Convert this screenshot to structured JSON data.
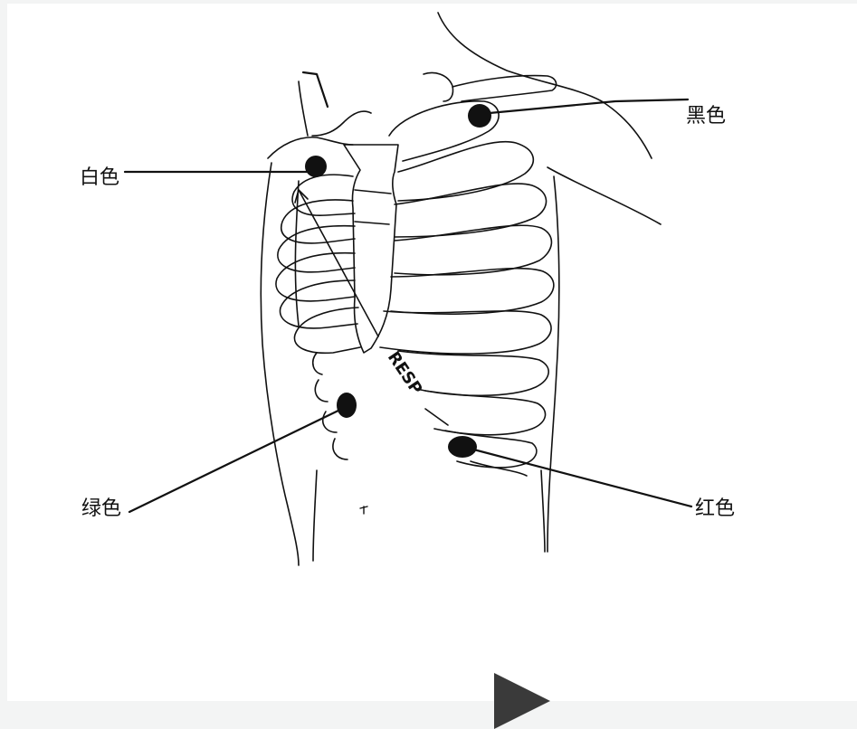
{
  "labels": {
    "black": "黑色",
    "white": "白色",
    "green": "绿色",
    "red": "红色",
    "resp": "RESP"
  },
  "colors": {
    "line": "#111111",
    "electrode": "#111111",
    "background": "#ffffff",
    "play_button": "#3a3a3a"
  },
  "icons": {
    "play": "play-triangle-icon"
  }
}
